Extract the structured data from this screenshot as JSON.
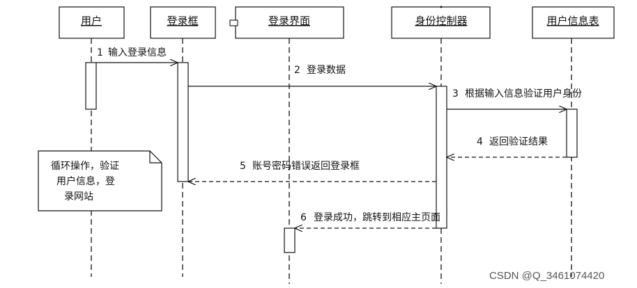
{
  "participants": [
    {
      "id": "user",
      "label": "用户"
    },
    {
      "id": "login_box",
      "label": "登录框"
    },
    {
      "id": "login_page",
      "label": "登录界面"
    },
    {
      "id": "id_controller",
      "label": "身份控制器"
    },
    {
      "id": "user_table",
      "label": "用户信息表"
    }
  ],
  "messages": [
    {
      "num": "1",
      "text": "输入登录信息",
      "from": "user",
      "to": "login_box",
      "style": "solid"
    },
    {
      "num": "2",
      "text": "登录数据",
      "from": "login_box",
      "to": "id_controller",
      "style": "solid"
    },
    {
      "num": "3",
      "text": "根据输入信息验证用户身份",
      "from": "id_controller",
      "to": "user_table",
      "style": "solid"
    },
    {
      "num": "4",
      "text": "返回验证结果",
      "from": "user_table",
      "to": "id_controller",
      "style": "dashed"
    },
    {
      "num": "5",
      "text": "账号密码错误返回登录框",
      "from": "id_controller",
      "to": "login_box",
      "style": "dashed"
    },
    {
      "num": "6",
      "text": "登录成功，跳转到相应主页面",
      "from": "id_controller",
      "to": "login_page",
      "style": "dashed"
    }
  ],
  "note": {
    "lines": [
      "循环操作，验证",
      "用户信息，登",
      "录网站"
    ]
  },
  "watermark": "CSDN @Q_3461074420"
}
